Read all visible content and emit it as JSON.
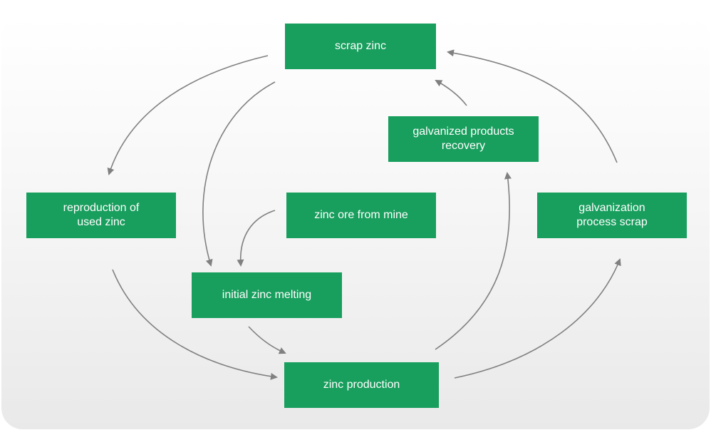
{
  "diagram": {
    "nodes": {
      "scrap_zinc": {
        "lines": [
          "scrap zinc"
        ]
      },
      "galvanized_recovery": {
        "lines": [
          "galvanized products",
          "recovery"
        ]
      },
      "reproduction": {
        "lines": [
          "reproduction of",
          "used zinc"
        ]
      },
      "zinc_ore": {
        "lines": [
          "zinc ore from mine"
        ]
      },
      "galvanization_scrap": {
        "lines": [
          "galvanization",
          "process scrap"
        ]
      },
      "initial_melting": {
        "lines": [
          "initial zinc melting"
        ]
      },
      "zinc_production": {
        "lines": [
          "zinc production"
        ]
      }
    },
    "edges": [
      {
        "from": "scrap_zinc",
        "to": "reproduction"
      },
      {
        "from": "scrap_zinc",
        "to": "initial_melting"
      },
      {
        "from": "zinc_ore",
        "to": "initial_melting"
      },
      {
        "from": "reproduction",
        "to": "zinc_production"
      },
      {
        "from": "initial_melting",
        "to": "zinc_production"
      },
      {
        "from": "zinc_production",
        "to": "galvanized_recovery"
      },
      {
        "from": "zinc_production",
        "to": "galvanization_scrap"
      },
      {
        "from": "galvanized_recovery",
        "to": "scrap_zinc"
      },
      {
        "from": "galvanization_scrap",
        "to": "scrap_zinc"
      }
    ],
    "colors": {
      "node_fill": "#189e5d",
      "node_text": "#ffffff",
      "arrow": "#808080"
    }
  }
}
